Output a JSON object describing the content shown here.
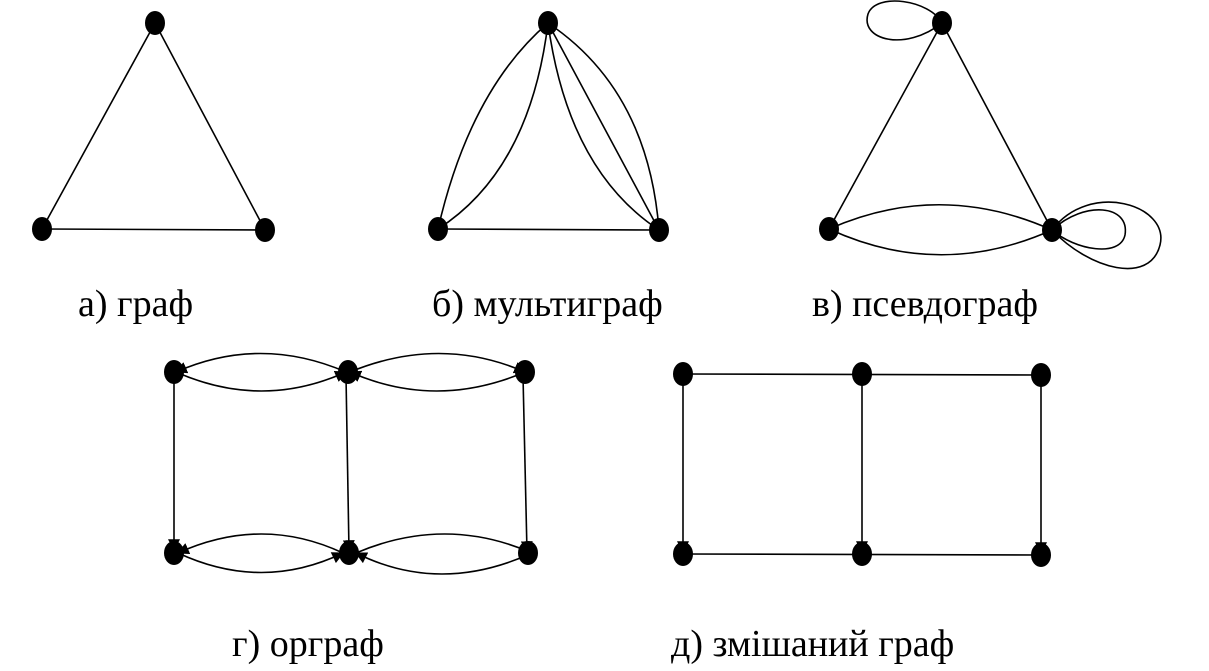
{
  "diagram": {
    "captions": {
      "graph": "а) граф",
      "multigraph": "б) мультиграф",
      "pseudograph": "в) псевдограф",
      "digraph": "г) орграф",
      "mixed": "д) змішаний граф"
    },
    "colors": {
      "stroke": "#000000",
      "vertex": "#000000",
      "background": "#ffffff"
    }
  }
}
